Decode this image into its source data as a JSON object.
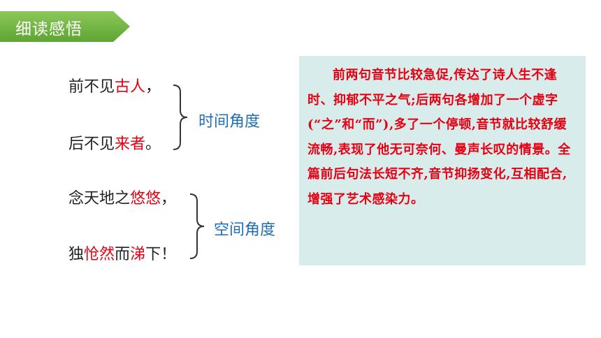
{
  "section_banner": {
    "title": "细读感悟"
  },
  "poem": {
    "line1": {
      "a": "前不见",
      "b": "古人",
      "c": "，"
    },
    "line2": {
      "a": "后不见",
      "b": "来者",
      "c": "。"
    },
    "line3": {
      "a": "念天地之",
      "b": "悠悠",
      "c": "，"
    },
    "line4": {
      "a": "独",
      "b": "怆然",
      "c": "而",
      "d": "涕",
      "e": "下！"
    }
  },
  "annotations": {
    "time": "时间角度",
    "space": "空间角度"
  },
  "note": {
    "text": "前两句音节比较急促,传达了诗人生不逢时、抑郁不平之气;后两句各增加了一个虚字(“之”和“而”),多了一个停顿,音节就比较舒缓流畅,表现了他无可奈何、曼声长叹的情景。全篇前后句法长短不齐,音节抑扬变化,互相配合,增强了艺术感染力。"
  }
}
